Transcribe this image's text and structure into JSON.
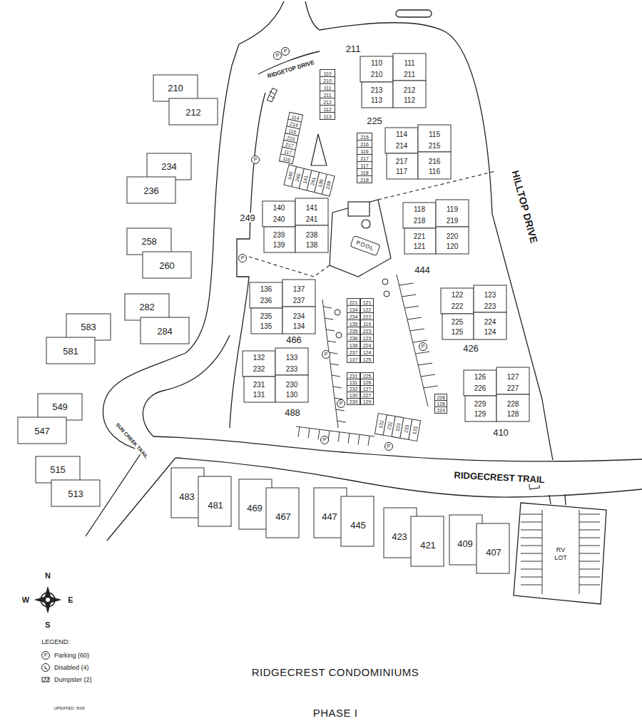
{
  "diagram": {
    "title": "RIDGECREST CONDOMINIUMS",
    "caption": "PHASE I",
    "nodes": [
      {
        "text": [
          "211",
          "110",
          "111",
          "210",
          "211",
          "213",
          "212",
          "113",
          "112"
        ]
      },
      {
        "text": [
          "110",
          "210",
          "111",
          "211",
          "212",
          "112",
          "113"
        ]
      },
      {
        "text": [
          "210",
          "212"
        ]
      },
      {
        "text": [
          "114",
          "214",
          "115",
          "215",
          "217",
          "117",
          "116"
        ]
      },
      {
        "text": [
          "215",
          "216",
          "116",
          "217",
          "117",
          "118",
          "218"
        ]
      },
      {
        "text": [
          "225",
          "114",
          "115",
          "214",
          "215",
          "217",
          "216",
          "117",
          "116"
        ]
      },
      {
        "text": [
          "234",
          "236"
        ]
      },
      {
        "text": [
          "140",
          "240",
          "141",
          "241",
          "139",
          "239"
        ]
      },
      {
        "text": [
          "249",
          "140",
          "141",
          "240",
          "241",
          "239",
          "238",
          "139",
          "138"
        ]
      },
      {
        "text": [
          "POOL"
        ]
      },
      {
        "text": [
          "444",
          "118",
          "119",
          "218",
          "219",
          "221",
          "220",
          "121",
          "120"
        ]
      },
      {
        "text": [
          "258",
          "260"
        ]
      },
      {
        "text": [
          "466",
          "136",
          "137",
          "236",
          "237",
          "235",
          "234",
          "135",
          "134"
        ]
      },
      {
        "text": [
          "221",
          "134",
          "234",
          "135",
          "235",
          "236",
          "136",
          "237",
          "137"
        ]
      },
      {
        "text": [
          "121",
          "122",
          "222",
          "119",
          "223",
          "123",
          "224",
          "124",
          "125"
        ]
      },
      {
        "text": [
          "426",
          "122",
          "123",
          "222",
          "223",
          "225",
          "224",
          "125",
          "124"
        ]
      },
      {
        "text": [
          "282",
          "284"
        ]
      },
      {
        "text": [
          "583",
          "581"
        ]
      },
      {
        "text": [
          "488",
          "132",
          "133",
          "232",
          "233",
          "231",
          "230",
          "131",
          "130"
        ]
      },
      {
        "text": [
          "231",
          "131",
          "232",
          "130",
          "230"
        ]
      },
      {
        "text": [
          "225",
          "126",
          "127",
          "227",
          "129"
        ]
      },
      {
        "text": [
          "228",
          "128",
          "229"
        ]
      },
      {
        "text": [
          "410",
          "126",
          "127",
          "226",
          "227",
          "229",
          "228",
          "129",
          "128"
        ]
      },
      {
        "text": [
          "549",
          "547"
        ]
      },
      {
        "text": [
          "132",
          "232",
          "133",
          "233",
          "131"
        ]
      },
      {
        "text": [
          "515",
          "513"
        ]
      },
      {
        "text": [
          "483",
          "481"
        ]
      },
      {
        "text": [
          "469",
          "467"
        ]
      },
      {
        "text": [
          "447",
          "445"
        ]
      },
      {
        "text": [
          "423",
          "421"
        ]
      },
      {
        "text": [
          "409",
          "407"
        ]
      },
      {
        "text": [
          "RV LOT"
        ]
      }
    ],
    "labels": [
      "RIDGETOP DRIVE",
      "HILLTOP DRIVE",
      "RIDGECREST TRAIL",
      "SUN CREEK TRAIL",
      "N",
      "W",
      "E",
      "S",
      "LEGEND:",
      "UPDATED: 5/09",
      "P",
      "P",
      "P",
      "P",
      "P",
      "P",
      "P",
      "P",
      "P",
      "P"
    ],
    "legend": [
      {
        "text": "Parking (60)"
      },
      {
        "text": "Disabled (4)"
      },
      {
        "text": "Dumpster (2)"
      }
    ]
  }
}
